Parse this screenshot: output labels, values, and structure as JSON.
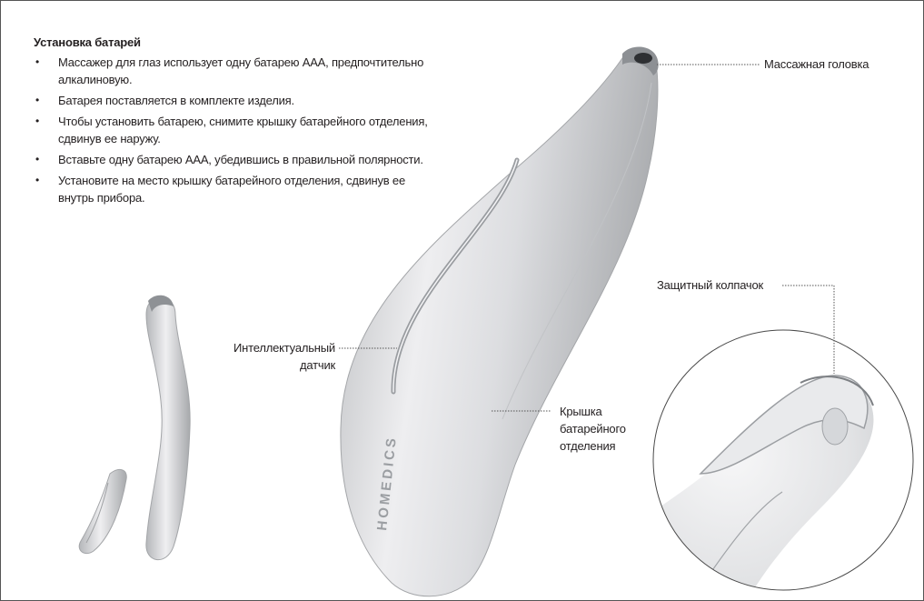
{
  "instructions": {
    "heading": "Установка батарей",
    "bullet_glyph": "•",
    "items": [
      {
        "line1": "Массажер для глаз использует одну батарею AAA, предпочтительно",
        "line2": "алкалиновую."
      },
      {
        "line1": "Батарея поставляется в комплекте изделия.",
        "line2": ""
      },
      {
        "line1": "Чтобы установить батарею, снимите крышку батарейного отделения,",
        "line2": "сдвинув ее наружу."
      },
      {
        "line1": "Вставьте одну батарею AAA, убедившись в правильной полярности.",
        "line2": ""
      },
      {
        "line1": "Установите на место крышку батарейного отделения, сдвинув ее",
        "line2": "внутрь прибора."
      }
    ]
  },
  "labels": {
    "massage_head": "Массажная головка",
    "protective_cap": "Защитный колпачок",
    "sensor_line1": "Интеллектуальный",
    "sensor_line2": "датчик",
    "cover_line1": "Крышка",
    "cover_line2": "батарейного",
    "cover_line3": "отделения"
  },
  "brand": {
    "logo_text": "HOMEDICS"
  },
  "colors": {
    "body_silver": "#d9dadc",
    "leader_line": "#555555",
    "text": "#231f20"
  }
}
